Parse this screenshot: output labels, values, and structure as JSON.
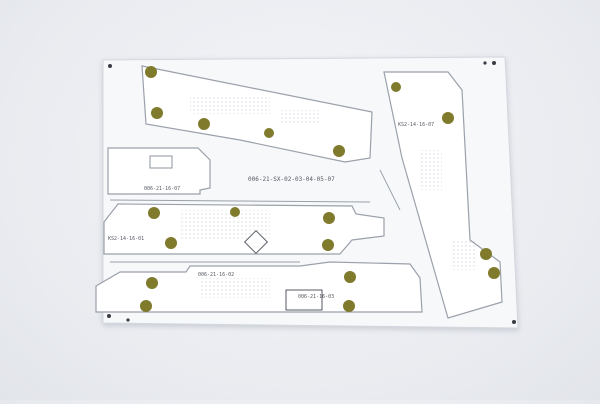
{
  "photo": {
    "background_color": "#e9ebf0",
    "panel_color": "#f7f8fa",
    "mask_color": "#ffffff",
    "pad_color": "#7f7a2c",
    "pad_inner_color": "#5f5a1c",
    "trace_color": "#b9c0c9",
    "silk_color": "#555a63"
  },
  "panel": {
    "main_marking": "006-21-SX-02-03-04-05-07",
    "board_labels": [
      {
        "id": "board-a",
        "text": "KS2-14-16-07"
      },
      {
        "id": "board-b",
        "text": "006-21-16-07"
      },
      {
        "id": "board-c",
        "text": "KS2-14-16-01"
      },
      {
        "id": "board-d",
        "text": "006-21-16-02"
      },
      {
        "id": "board-e",
        "text": "006-21-16-03"
      }
    ]
  }
}
